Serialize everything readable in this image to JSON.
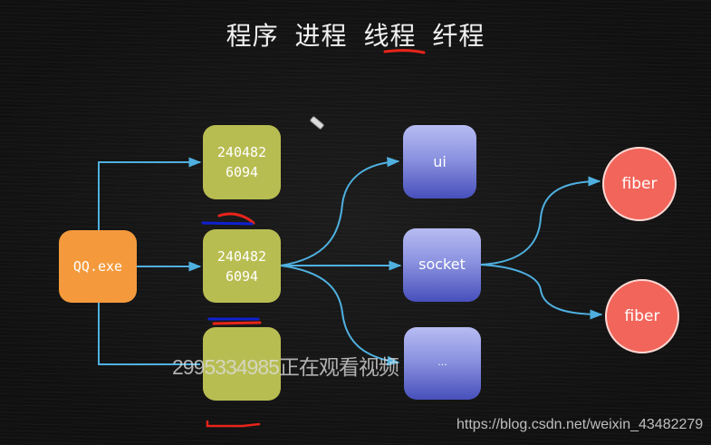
{
  "title": {
    "words": [
      "程序",
      "进程",
      "线程",
      "纤程"
    ],
    "highlighted_index": 2,
    "highlight_color": "#e8241a"
  },
  "nodes": {
    "program": {
      "label": "QQ.exe",
      "color": "#f49a3c"
    },
    "processes": [
      {
        "label": "240482\n6094",
        "color": "#b8bd52"
      },
      {
        "label": "240482\n6094",
        "color": "#b8bd52"
      },
      {
        "label": "",
        "color": "#b8bd52"
      }
    ],
    "threads": [
      {
        "label": "ui"
      },
      {
        "label": "socket"
      },
      {
        "label": "..."
      }
    ],
    "fibers": [
      {
        "label": "fiber",
        "color": "#f2655a"
      },
      {
        "label": "fiber",
        "color": "#f2655a"
      }
    ]
  },
  "edges": [
    {
      "from": "QQ.exe",
      "to": "process-1"
    },
    {
      "from": "QQ.exe",
      "to": "process-2"
    },
    {
      "from": "QQ.exe",
      "to": "process-3"
    },
    {
      "from": "process-2",
      "to": "ui"
    },
    {
      "from": "process-2",
      "to": "socket"
    },
    {
      "from": "process-2",
      "to": "..."
    },
    {
      "from": "socket",
      "to": "fiber-1"
    },
    {
      "from": "socket",
      "to": "fiber-2"
    }
  ],
  "colors": {
    "background": "#121212",
    "arrow": "#4fb0e0",
    "annotation_red": "#e8241a",
    "annotation_blue": "#1020d0"
  },
  "overlay": {
    "viewer_watermark": "2995334985正在观看视频",
    "source_url": "https://blog.csdn.net/weixin_43482279"
  }
}
